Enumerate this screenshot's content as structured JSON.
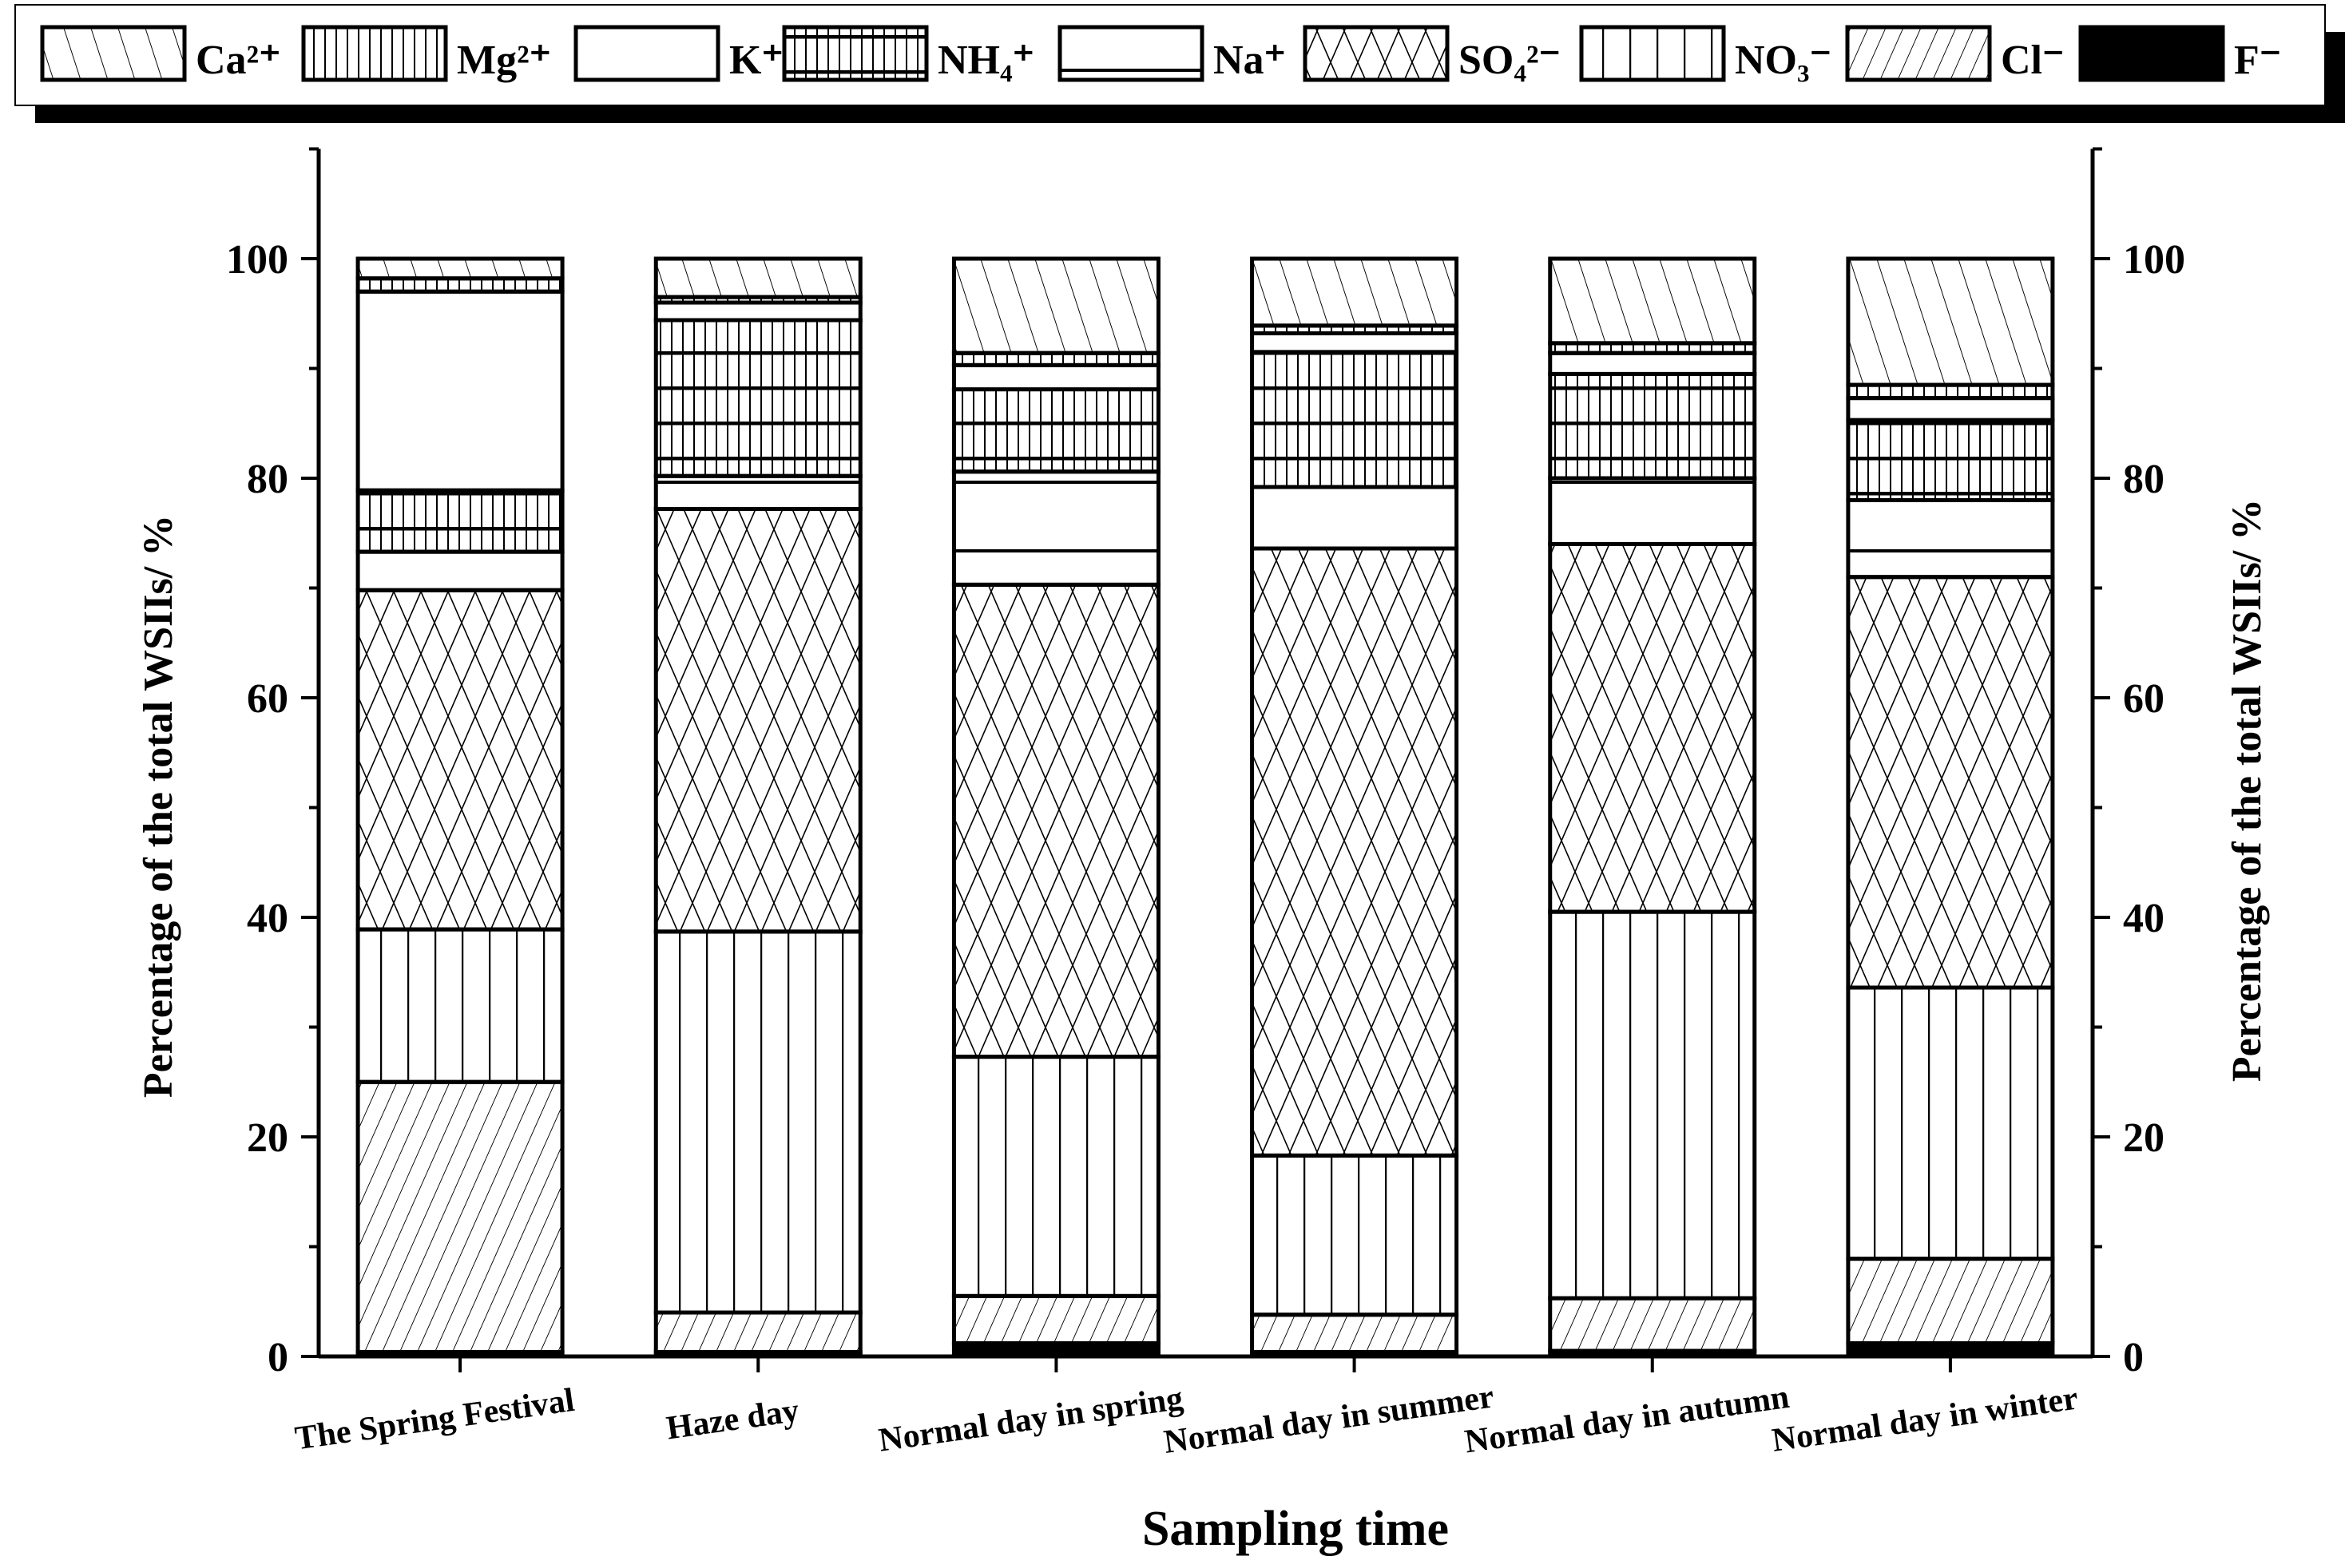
{
  "chart_data": {
    "type": "bar",
    "stacked": true,
    "title": "",
    "xlabel": "Sampling time",
    "ylabel": "Percentage of the total WSIIs/ %",
    "ylim": [
      0,
      110
    ],
    "yticks": [
      0,
      20,
      40,
      60,
      80,
      100
    ],
    "grid": false,
    "legend_position": "top",
    "categories": [
      "The Spring Festival",
      "Haze day",
      "Normal day in spring",
      "Normal day in summer",
      "Normal day in autumn",
      "Normal day in winter"
    ],
    "series": [
      {
        "name": "F⁻",
        "pattern": "solid",
        "values": [
          0.4,
          0.4,
          1.2,
          0.4,
          0.5,
          1.2
        ]
      },
      {
        "name": "Cl⁻",
        "pattern": "diagonal-right",
        "values": [
          24.6,
          3.6,
          4.3,
          3.4,
          4.8,
          7.7
        ]
      },
      {
        "name": "NO₃⁻",
        "pattern": "vertical",
        "values": [
          13.9,
          34.7,
          21.8,
          14.5,
          35.2,
          24.7
        ]
      },
      {
        "name": "SO₄²⁻",
        "pattern": "crosshatch",
        "values": [
          30.9,
          38.5,
          43.0,
          55.3,
          33.5,
          37.4
        ]
      },
      {
        "name": "Na⁺",
        "pattern": "horizontal",
        "values": [
          3.5,
          3.0,
          10.3,
          5.6,
          6.0,
          7.0
        ]
      },
      {
        "name": "NH₄⁺",
        "pattern": "grid",
        "values": [
          5.6,
          14.2,
          7.5,
          12.3,
          9.5,
          7.3
        ]
      },
      {
        "name": "K⁺",
        "pattern": "blank",
        "values": [
          18.1,
          1.6,
          2.2,
          1.7,
          1.9,
          2.0
        ]
      },
      {
        "name": "Mg²⁺",
        "pattern": "dense-vertical",
        "values": [
          1.2,
          0.5,
          1.1,
          0.7,
          0.9,
          1.2
        ]
      },
      {
        "name": "Ca²⁺",
        "pattern": "diagonal-left",
        "values": [
          1.8,
          3.5,
          8.6,
          6.1,
          7.7,
          11.5
        ]
      }
    ],
    "legend_order": [
      "Ca²⁺",
      "Mg²⁺",
      "K⁺",
      "NH₄⁺",
      "Na⁺",
      "SO₄²⁻",
      "NO₃⁻",
      "Cl⁻",
      "F⁻"
    ]
  }
}
